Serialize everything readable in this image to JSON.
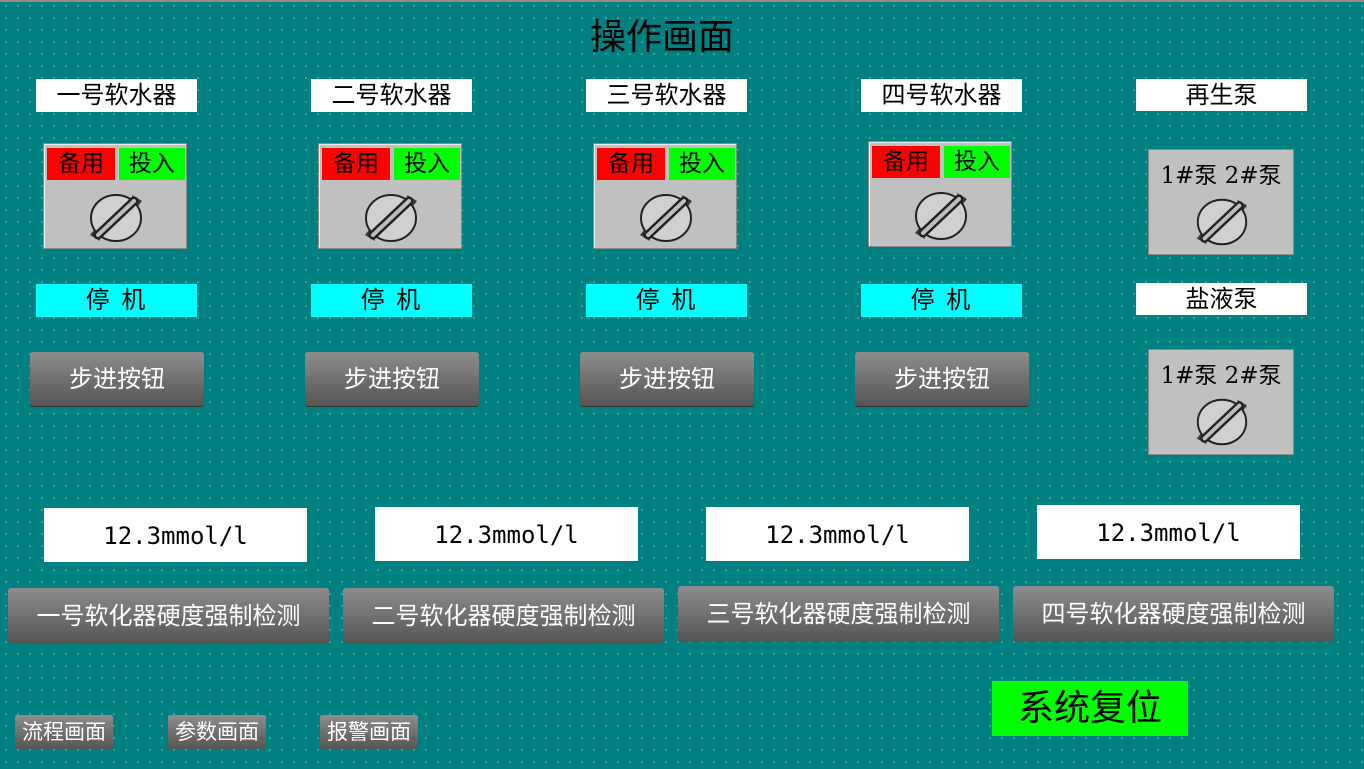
{
  "title": "操作画面",
  "softeners": [
    {
      "name": "一号软水器",
      "standby_label": "备用",
      "active_label": "投入",
      "status": "停 机",
      "step_label": "步进按钮"
    },
    {
      "name": "二号软水器",
      "standby_label": "备用",
      "active_label": "投入",
      "status": "停 机",
      "step_label": "步进按钮"
    },
    {
      "name": "三号软水器",
      "standby_label": "备用",
      "active_label": "投入",
      "status": "停 机",
      "step_label": "步进按钮"
    },
    {
      "name": "四号软水器",
      "standby_label": "备用",
      "active_label": "投入",
      "status": "停 机",
      "step_label": "步进按钮"
    }
  ],
  "pumps": [
    {
      "name": "再生泵",
      "options_label": "1#泵 2#泵"
    },
    {
      "name": "盐液泵",
      "options_label": "1#泵 2#泵"
    }
  ],
  "hardness": [
    {
      "value": "12.3mmol/l",
      "check_label": "一号软化器硬度强制检测"
    },
    {
      "value": "12.3mmol/l",
      "check_label": "二号软化器硬度强制检测"
    },
    {
      "value": "12.3mmol/l",
      "check_label": "三号软化器硬度强制检测"
    },
    {
      "value": "12.3mmol/l",
      "check_label": "四号软化器硬度强制检测"
    }
  ],
  "reset_label": "系统复位",
  "nav": [
    {
      "label": "流程画面"
    },
    {
      "label": "参数画面"
    },
    {
      "label": "报警画面"
    }
  ],
  "colors": {
    "background": "#008080",
    "standby": "#ff0000",
    "active": "#00ff00",
    "status": "#00ffff",
    "reset": "#00ff00"
  },
  "icons": {
    "selector": "rotary-selector-switch-icon"
  }
}
